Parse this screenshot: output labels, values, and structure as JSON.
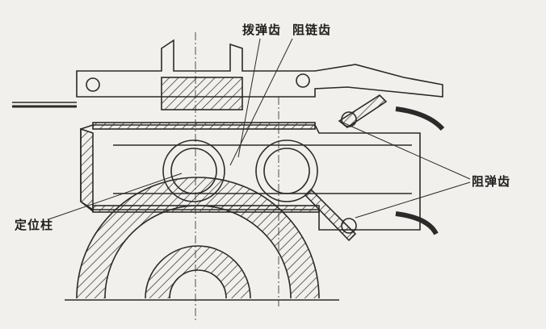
{
  "labels": {
    "feed_tooth": "拨弹齿",
    "chain_stop_tooth": "阻链齿",
    "cartridge_stop_tooth": "阻弹齿",
    "locating_pin": "定位柱"
  },
  "colors": {
    "ink": "#2a2a2a",
    "paper": "#f1f0ec"
  }
}
